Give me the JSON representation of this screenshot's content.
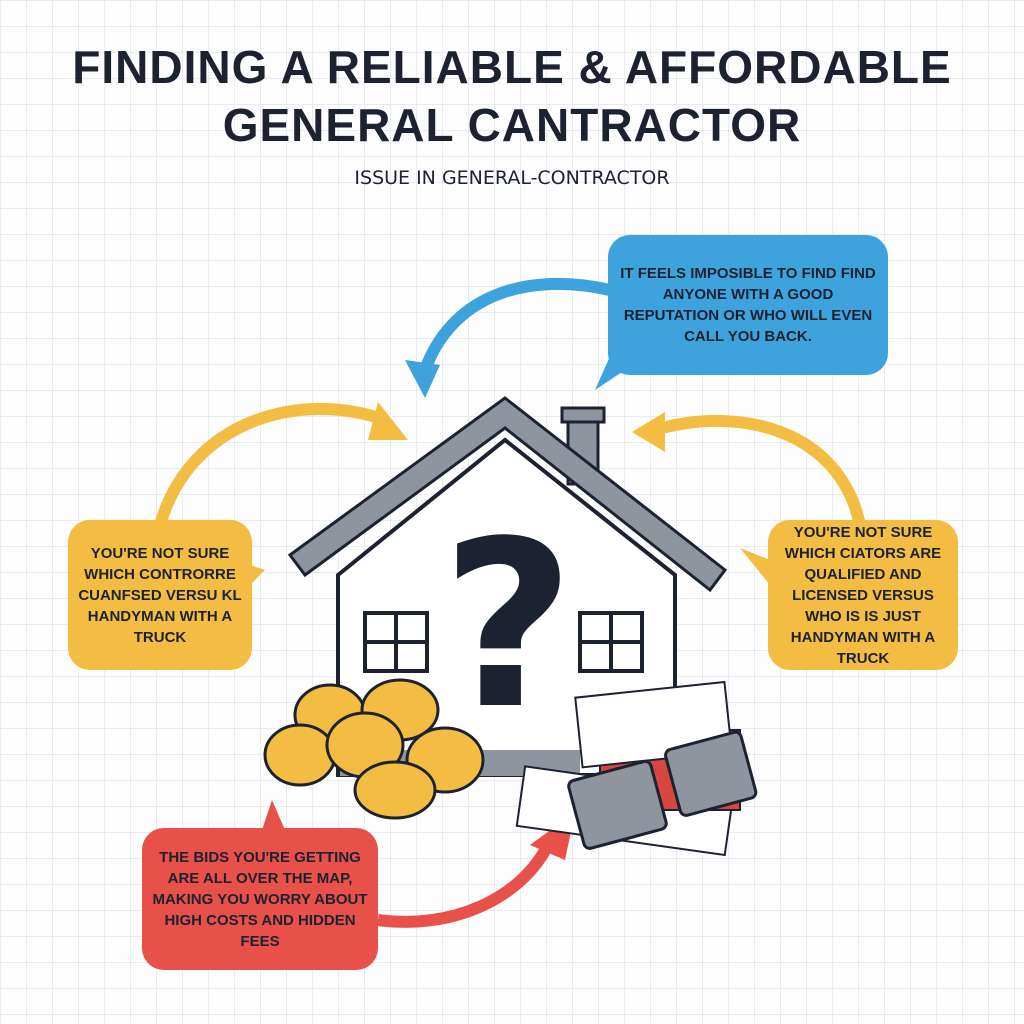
{
  "header": {
    "title_line1": "FINDING A RELIABLE & AFFORDABLE",
    "title_line2": "GENERAL CANTRACTOR",
    "subtitle": "ISSUE IN GENERAL-CONTRACTOR"
  },
  "bubbles": {
    "top_right": "IT FEELS IMPOSIBLE TO FIND FIND ANYONE WITH A GOOD REPUTATION OR WHO WILL EVEN CALL YOU BACK.",
    "left": "YOU'RE NOT SURE WHICH CONTRORRE CUANFSED VERSU KL HANDYMAN WITH A TRUCK",
    "right": "YOU'RE NOT SURE WHICH CIATORS ARE QUALIFIED AND LICENSED VERSUS WHO IS IS JUST HANDYMAN WITH A TRUCK",
    "bottom_left": "THE BIDS YOU'RE GETTING ARE ALL OVER THE MAP, MAKING YOU WORRY ABOUT HIGH COSTS AND HIDDEN FEES"
  },
  "house": {
    "symbol": "?"
  },
  "colors": {
    "blue": "#3ea3dc",
    "yellow": "#f2bd42",
    "red": "#e8504a",
    "dark": "#1c2230",
    "roof": "#8e959e"
  }
}
